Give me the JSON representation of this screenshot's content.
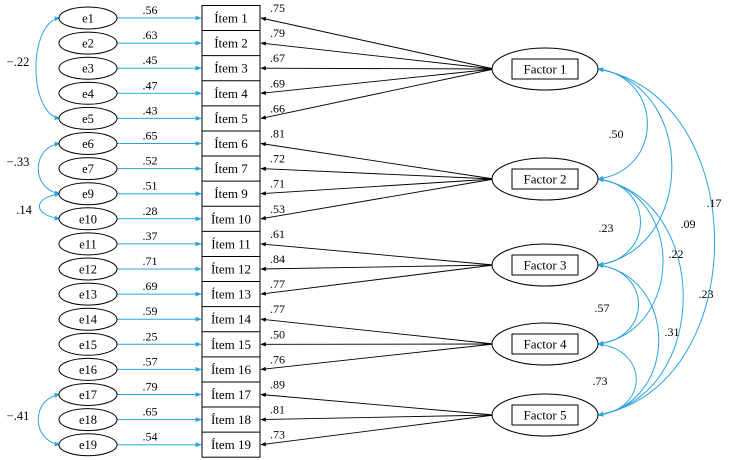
{
  "errors": [
    {
      "label": "e1",
      "loading": ".56"
    },
    {
      "label": "e2",
      "loading": ".63"
    },
    {
      "label": "e3",
      "loading": ".45"
    },
    {
      "label": "e4",
      "loading": ".47"
    },
    {
      "label": "e5",
      "loading": ".43"
    },
    {
      "label": "e6",
      "loading": ".65"
    },
    {
      "label": "e7",
      "loading": ".52"
    },
    {
      "label": "e9",
      "loading": ".51"
    },
    {
      "label": "e10",
      "loading": ".28"
    },
    {
      "label": "e11",
      "loading": ".37"
    },
    {
      "label": "e12",
      "loading": ".71"
    },
    {
      "label": "e13",
      "loading": ".69"
    },
    {
      "label": "e14",
      "loading": ".59"
    },
    {
      "label": "e15",
      "loading": ".25"
    },
    {
      "label": "e16",
      "loading": ".57"
    },
    {
      "label": "e17",
      "loading": ".79"
    },
    {
      "label": "e18",
      "loading": ".65"
    },
    {
      "label": "e19",
      "loading": ".54"
    }
  ],
  "items": [
    {
      "label": "Ítem 1",
      "loading": ".75",
      "factor": 0
    },
    {
      "label": "Ítem 2",
      "loading": ".79",
      "factor": 0
    },
    {
      "label": "Ítem 3",
      "loading": ".67",
      "factor": 0
    },
    {
      "label": "Ítem 4",
      "loading": ".69",
      "factor": 0
    },
    {
      "label": "Ítem 5",
      "loading": ".66",
      "factor": 0
    },
    {
      "label": "Ítem 6",
      "loading": ".81",
      "factor": 1
    },
    {
      "label": "Ítem 7",
      "loading": ".72",
      "factor": 1
    },
    {
      "label": "Ítem 9",
      "loading": ".71",
      "factor": 1
    },
    {
      "label": "Ítem 10",
      "loading": ".53",
      "factor": 1
    },
    {
      "label": "Ítem 11",
      "loading": ".61",
      "factor": 2
    },
    {
      "label": "Ítem 12",
      "loading": ".84",
      "factor": 2
    },
    {
      "label": "Ítem 13",
      "loading": ".77",
      "factor": 2
    },
    {
      "label": "Ítem 14",
      "loading": ".77",
      "factor": 3
    },
    {
      "label": "Ítem 15",
      "loading": ".50",
      "factor": 3
    },
    {
      "label": "Ítem 16",
      "loading": ".76",
      "factor": 3
    },
    {
      "label": "Ítem 17",
      "loading": ".89",
      "factor": 4
    },
    {
      "label": "Ítem 18",
      "loading": ".81",
      "factor": 4
    },
    {
      "label": "Ítem 19",
      "loading": ".73",
      "factor": 4
    }
  ],
  "factors": [
    {
      "label": "Factor 1"
    },
    {
      "label": "Factor 2"
    },
    {
      "label": "Factor 3"
    },
    {
      "label": "Factor 4"
    },
    {
      "label": "Factor 5"
    }
  ],
  "error_covariances": [
    {
      "from": 0,
      "to": 4,
      "value": "−.22"
    },
    {
      "from": 5,
      "to": 7,
      "value": "−.33"
    },
    {
      "from": 7,
      "to": 8,
      "value": ".14"
    },
    {
      "from": 15,
      "to": 17,
      "value": "−.41"
    }
  ],
  "factor_correlations": [
    {
      "from": 0,
      "to": 1,
      "value": ".50"
    },
    {
      "from": 0,
      "to": 2,
      "value": ".09"
    },
    {
      "from": 0,
      "to": 4,
      "value": ".17"
    },
    {
      "from": 1,
      "to": 2,
      "value": ".23"
    },
    {
      "from": 1,
      "to": 3,
      "value": ".22"
    },
    {
      "from": 1,
      "to": 4,
      "value": ".23"
    },
    {
      "from": 2,
      "to": 3,
      "value": ".57"
    },
    {
      "from": 2,
      "to": 4,
      "value": ".31"
    },
    {
      "from": 3,
      "to": 4,
      "value": ".73"
    }
  ],
  "colors": {
    "arrow_blue": "#29a3e0",
    "line_black": "#000000"
  }
}
